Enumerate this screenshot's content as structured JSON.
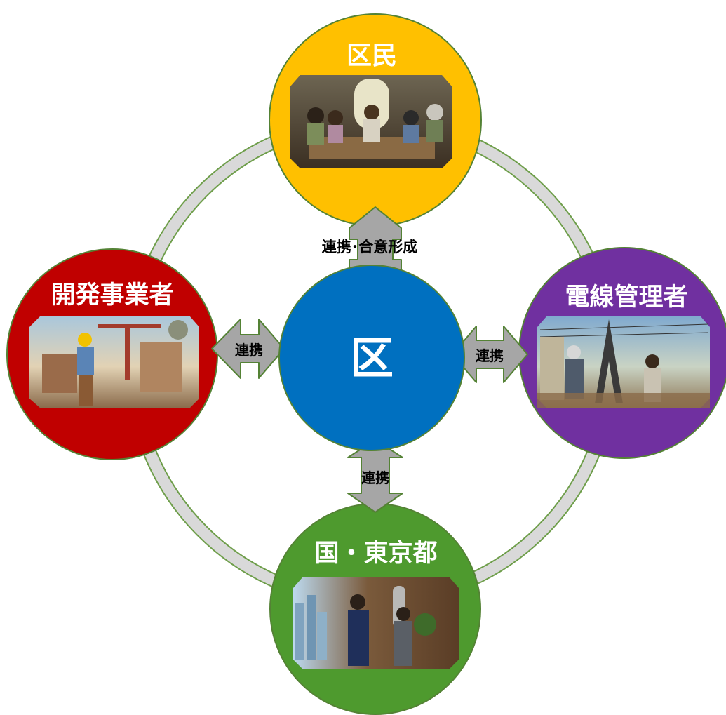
{
  "center": {
    "label": "区",
    "color": "#0070C0"
  },
  "nodes": {
    "top": {
      "label": "区民",
      "color": "#FFC000",
      "illustration": "community-meeting-illustration"
    },
    "left": {
      "label": "開発事業者",
      "color": "#C00000",
      "illustration": "construction-site-illustration"
    },
    "right": {
      "label": "電線管理者",
      "color": "#7030A0",
      "illustration": "power-line-workers-illustration"
    },
    "bottom": {
      "label": "国・東京都",
      "color": "#4E9A2E",
      "illustration": "government-officials-illustration"
    }
  },
  "connectors": {
    "top": "連携･合意形成",
    "left": "連携",
    "right": "連携",
    "bottom": "連携"
  },
  "colors": {
    "arrow": "#A6A6A6",
    "arrow_border": "#548235",
    "ring": "#D9D9D9",
    "ring_border": "#6E9E4A"
  }
}
